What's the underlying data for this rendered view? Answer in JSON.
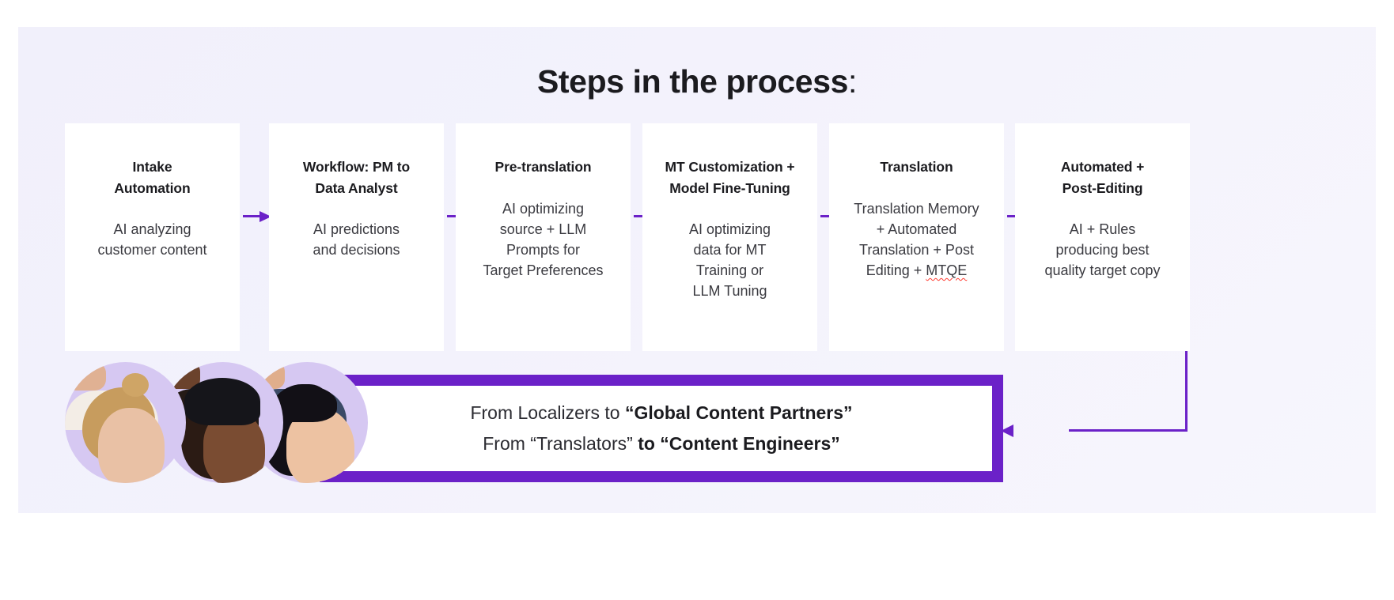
{
  "slide": {
    "title_main": "Steps in the process",
    "title_colon": ":",
    "background_color": "#f2f1fb",
    "accent_color": "#6b21c8",
    "card_background": "#ffffff"
  },
  "steps": [
    {
      "title": "Intake Automation",
      "title_line1": "Intake",
      "title_line2": "Automation",
      "body": "AI analyzing customer content",
      "body_line1": "AI analyzing",
      "body_line2": "customer content"
    },
    {
      "title": "Workflow: PM to Data Analyst",
      "title_line1": "Workflow: PM to",
      "title_line2": "Data Analyst",
      "body": "AI predictions and decisions",
      "body_line1": "AI predictions",
      "body_line2": "and decisions"
    },
    {
      "title": "Pre-translation",
      "title_line1": "Pre-translation",
      "title_line2": "",
      "body": "AI optimizing source + LLM Prompts for Target Preferences",
      "body_line1": "AI optimizing",
      "body_line2": "source + LLM",
      "body_line3": "Prompts for",
      "body_line4": "Target Preferences"
    },
    {
      "title": "MT Customization + Model Fine-Tuning",
      "title_line1": "MT Customization +",
      "title_line2": "Model Fine-Tuning",
      "body": "AI optimizing data for MT Training or LLM Tuning",
      "body_line1": "AI optimizing",
      "body_line2": "data for MT",
      "body_line3": "Training or",
      "body_line4": "LLM Tuning"
    },
    {
      "title": "Translation",
      "title_line1": "Translation",
      "title_line2": "",
      "body": "Translation Memory + Automated Translation + Post Editing + MTQE",
      "body_line1": "Translation Memory",
      "body_line2": "+ Automated",
      "body_line3": "Translation + Post",
      "body_line4_prefix": "Editing + ",
      "body_line4_misspelled": "MTQE"
    },
    {
      "title": "Automated + Post-Editing",
      "title_line1": "Automated +",
      "title_line2": "Post-Editing",
      "body": "AI + Rules producing  best quality target copy",
      "body_line1": "AI + Rules",
      "body_line2": "producing  best",
      "body_line3": "quality target copy"
    }
  ],
  "banner": {
    "line1_plain": "From Localizers to ",
    "line1_bold": "“Global Content Partners”",
    "line2_plain": "From “Translators” ",
    "line2_bold": "to “Content Engineers”"
  },
  "avatars": [
    {
      "label": "person-blonde-bun"
    },
    {
      "label": "person-beanie"
    },
    {
      "label": "person-dark-bob"
    }
  ]
}
